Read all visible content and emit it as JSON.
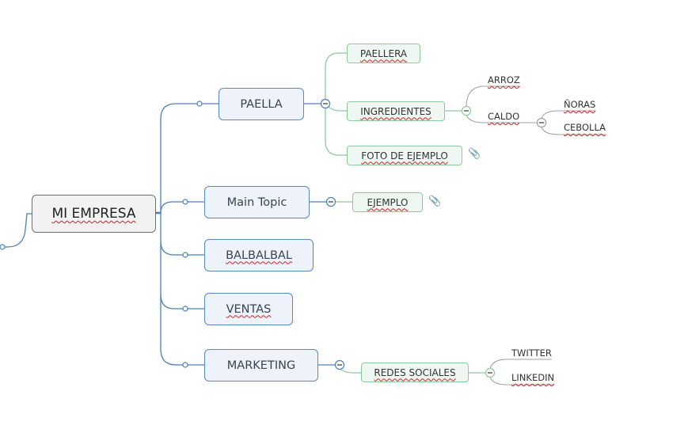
{
  "central": {
    "label": "MI EMPRESA",
    "spellcheck": true
  },
  "topics": [
    {
      "label": "PAELLA",
      "spellcheck": false
    },
    {
      "label": "Main Topic",
      "spellcheck": false
    },
    {
      "label": "BALBALBAL",
      "spellcheck": true
    },
    {
      "label": "VENTAS",
      "spellcheck": true
    },
    {
      "label": "MARKETING",
      "spellcheck": false
    }
  ],
  "subtopics": {
    "paella": [
      {
        "label": "PAELLERA",
        "attachment": false
      },
      {
        "label": "INGREDIENTES",
        "attachment": false
      },
      {
        "label": "FOTO DE EJEMPLO",
        "attachment": true
      }
    ],
    "main_topic": [
      {
        "label": "EJEMPLO",
        "attachment": true
      }
    ],
    "marketing": [
      {
        "label": "REDES SOCIALES",
        "attachment": false
      }
    ]
  },
  "leaves": {
    "ingredientes": [
      "ARROZ",
      "CALDO"
    ],
    "caldo": [
      "ÑORAS",
      "CEBOLLA"
    ],
    "redes_sociales": [
      "TWITTER",
      "LINKEDIN"
    ]
  },
  "icons": {
    "collapse": "−",
    "attachment": "📎"
  },
  "colors": {
    "main_line": "#4a7fbf",
    "sub_line": "#8ccb9e",
    "leaf_line": "#a0a0a0",
    "spellcheck": "#d42020"
  }
}
